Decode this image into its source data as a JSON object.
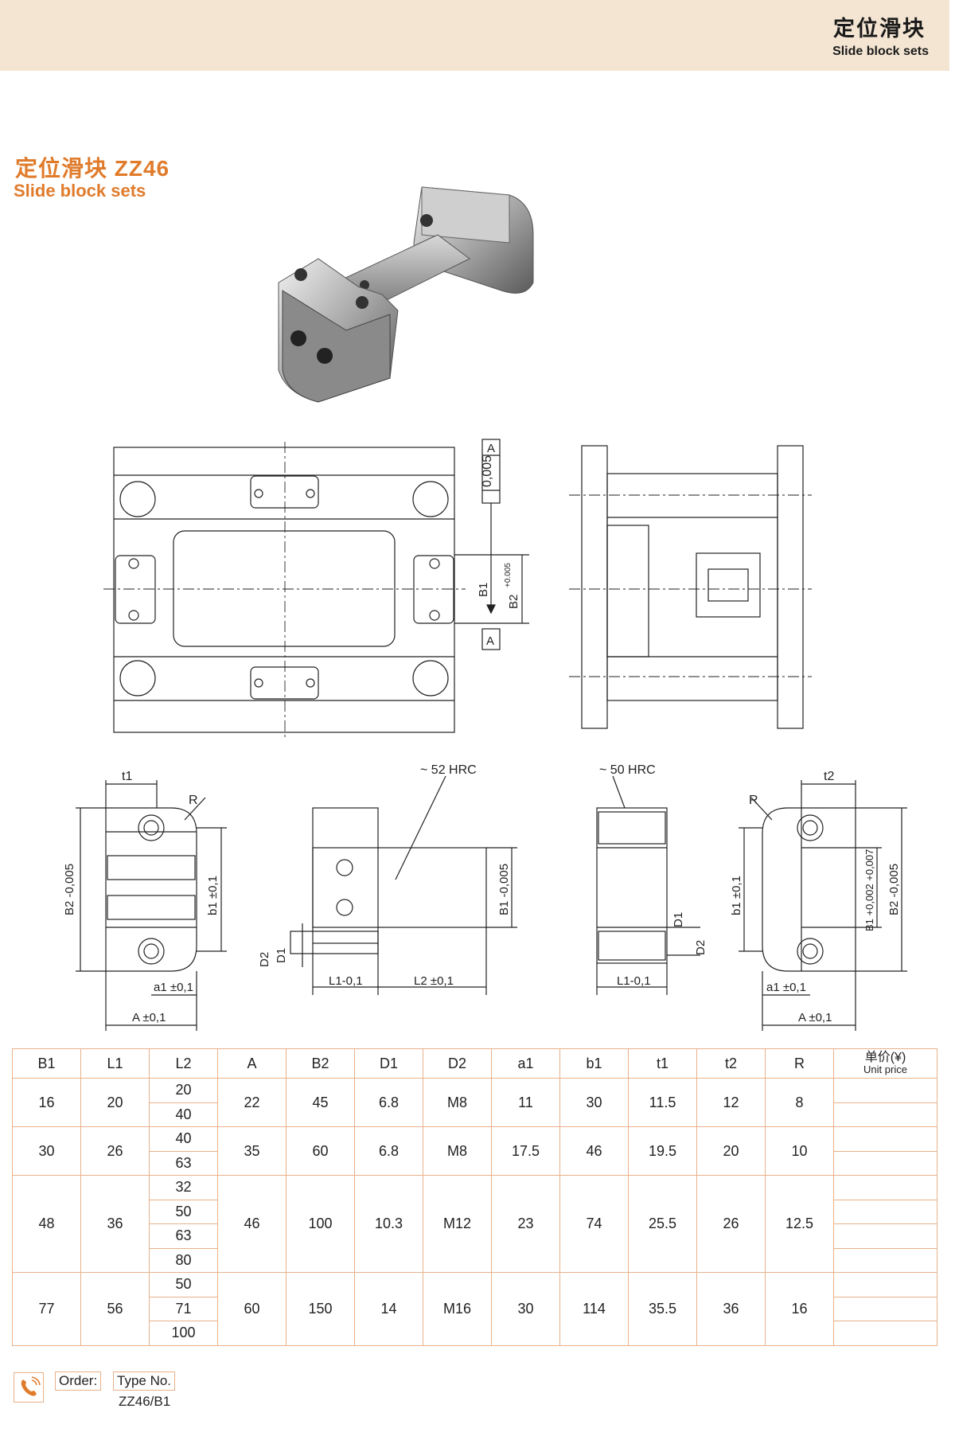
{
  "header": {
    "title_cn": "定位滑块",
    "title_en": "Slide block sets"
  },
  "product": {
    "title_cn": "定位滑块 ZZ46",
    "title_en": "Slide block sets"
  },
  "drawing": {
    "flatness": "0,005",
    "datum": "A",
    "B1": "B1",
    "B2_tol": "+0.005",
    "B2": "B2",
    "hrc_left": "~ 52 HRC",
    "hrc_right": "~ 50 HRC",
    "t1": "t1",
    "t2": "t2",
    "R": "R",
    "B2_neg": "B2 -0,005",
    "b1_tol": "b1 ±0,1",
    "B1_neg": "B1 -0,005",
    "B1_tol": "B1 +0,002 +0,007",
    "a1": "a1 ±0,1",
    "A": "A ±0,1",
    "D1": "D1",
    "D2": "D2",
    "L1": "L1-0,1",
    "L2": "L2 ±0,1"
  },
  "table": {
    "headers": [
      "B1",
      "L1",
      "L2",
      "A",
      "B2",
      "D1",
      "D2",
      "a1",
      "b1",
      "t1",
      "t2",
      "R"
    ],
    "unit_cn": "单价(¥)",
    "unit_en": "Unit price",
    "groups": [
      {
        "B1": "16",
        "L1": "20",
        "L2": [
          "20",
          "40"
        ],
        "A": "22",
        "B2": "45",
        "D1": "6.8",
        "D2": "M8",
        "a1": "11",
        "b1": "30",
        "t1": "11.5",
        "t2": "12",
        "R": "8"
      },
      {
        "B1": "30",
        "L1": "26",
        "L2": [
          "40",
          "63"
        ],
        "A": "35",
        "B2": "60",
        "D1": "6.8",
        "D2": "M8",
        "a1": "17.5",
        "b1": "46",
        "t1": "19.5",
        "t2": "20",
        "R": "10"
      },
      {
        "B1": "48",
        "L1": "36",
        "L2": [
          "32",
          "50",
          "63",
          "80"
        ],
        "A": "46",
        "B2": "100",
        "D1": "10.3",
        "D2": "M12",
        "a1": "23",
        "b1": "74",
        "t1": "25.5",
        "t2": "26",
        "R": "12.5"
      },
      {
        "B1": "77",
        "L1": "56",
        "L2": [
          "50",
          "71",
          "100"
        ],
        "A": "60",
        "B2": "150",
        "D1": "14",
        "D2": "M16",
        "a1": "30",
        "b1": "114",
        "t1": "35.5",
        "t2": "36",
        "R": "16"
      }
    ]
  },
  "order": {
    "label": "Order:",
    "type_label": "Type No.",
    "type_value": "ZZ46/B1"
  },
  "colors": {
    "accent": "#e07b2b",
    "header_bg": "#f4e5d3",
    "table_border": "#e8b189"
  }
}
